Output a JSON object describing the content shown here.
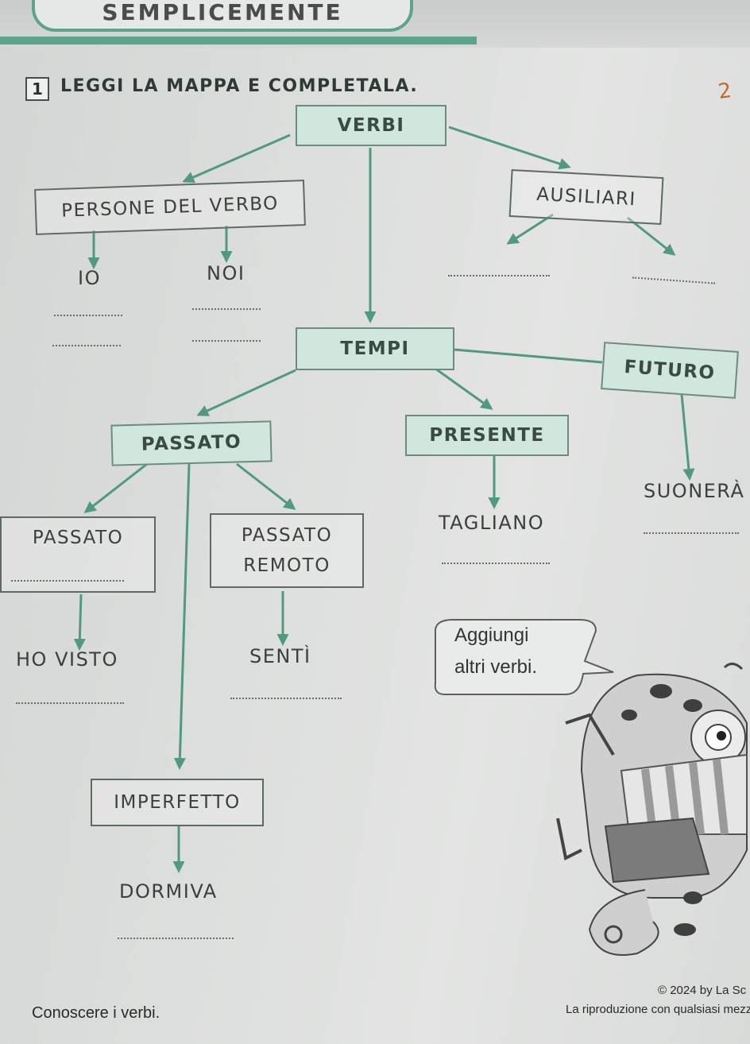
{
  "header": {
    "title": "SEMPLICEMENTE"
  },
  "page_number": "2",
  "exercise": {
    "number": "1",
    "instruction": "LEGGI LA MAPPA E COMPLETALA."
  },
  "map": {
    "verbi": "VERBI",
    "persone": "PERSONE DEL VERBO",
    "io": "IO",
    "noi": "NOI",
    "ausiliari": "AUSILIARI",
    "tempi": "TEMPI",
    "futuro": "FUTURO",
    "suonera": "SUONERÀ",
    "presente": "PRESENTE",
    "tagliano": "TAGLIANO",
    "passato": "PASSATO",
    "passato_prossimo": "PASSATO",
    "passato_remoto_1": "PASSATO",
    "passato_remoto_2": "REMOTO",
    "ho_visto": "HO VISTO",
    "senti": "SENTÌ",
    "imperfetto": "IMPERFETTO",
    "dormiva": "DORMIVA"
  },
  "bubble": {
    "line1": "Aggiungi",
    "line2": "altri verbi."
  },
  "footer": {
    "left": "Conoscere i verbi.",
    "copyright": "© 2024 by La Sc",
    "rights": "La riproduzione con qualsiasi mezz"
  },
  "colors": {
    "accent_green": "#5aa58b",
    "box_fill": "#cfe7dc",
    "arrow": "#4f9a80"
  }
}
